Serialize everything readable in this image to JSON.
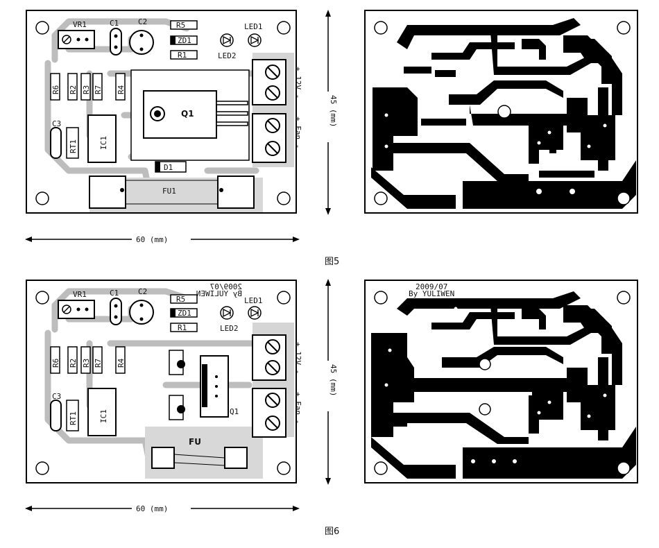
{
  "fig5": {
    "caption": "图5",
    "dim_width": "60 (mm)",
    "dim_height": "45 (mm)",
    "labels": {
      "vr1": "VR1",
      "c1": "C1",
      "c2": "C2",
      "r5": "R5",
      "zd1": "ZD1",
      "r1": "R1",
      "led1": "LED1",
      "led2": "LED2",
      "r6": "R6",
      "r2": "R2",
      "r3": "R3",
      "r7": "R7",
      "r4": "R4",
      "q1": "Q1",
      "c3": "C3",
      "rt1": "RT1",
      "ic1": "IC1",
      "d1": "D1",
      "fu1": "FU1",
      "v12": "+ 12V -",
      "fan": "+ Fan -"
    }
  },
  "fig6": {
    "caption": "图6",
    "dim_width": "60 (mm)",
    "dim_height": "45 (mm)",
    "mirror_text": "2009/07 By YULIWEN",
    "copper_text_1": "2009/07",
    "copper_text_2": "By YULIWEN",
    "labels": {
      "vr1": "VR1",
      "c1": "C1",
      "c2": "C2",
      "r5": "R5",
      "zd1": "ZD1",
      "r1": "R1",
      "led1": "LED1",
      "led2": "LED2",
      "r6": "R6",
      "r2": "R2",
      "r3": "R3",
      "r7": "R7",
      "r4": "R4",
      "q1": "Q1",
      "c3": "C3",
      "rt1": "RT1",
      "ic1": "IC1",
      "fu": "FU",
      "v12": "+ 12V -",
      "fan": "+ Fan -"
    }
  }
}
